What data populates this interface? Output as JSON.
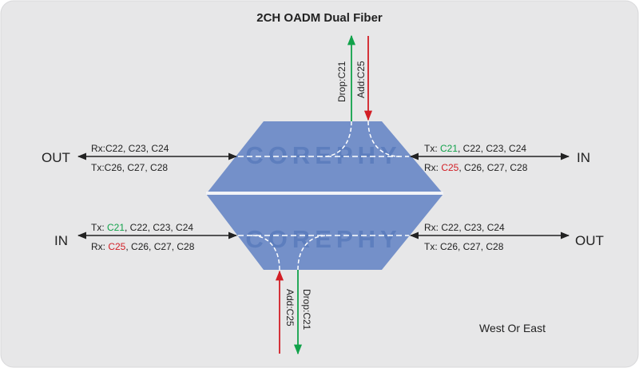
{
  "title": "2CH OADM Dual Fiber",
  "watermark": "COREPHY",
  "location_note": "West Or East",
  "colors": {
    "background": "#e7e7e8",
    "module": "#7490c9",
    "separator": "#f2f3f7",
    "watermark": "#4a6fb5",
    "watermark_accent": "#c4733b",
    "arrow": "#222222",
    "green": "#11a24a",
    "red": "#d21e25"
  },
  "top_module": {
    "left_port": "OUT",
    "right_port": "IN",
    "left_rx_text": "Rx:C22,  C23, C24",
    "left_tx_text": "Tx:C26, C27, C28",
    "right_tx": {
      "prefix": "Tx: ",
      "highlight": "C21",
      "rest": ", C22,  C23, C24"
    },
    "right_rx": {
      "prefix": "Rx: ",
      "highlight": "C25",
      "rest": ", C26, C27, C28"
    },
    "drop_label": "Drop:C21",
    "add_label": "Add:C25"
  },
  "bottom_module": {
    "left_port": "IN",
    "right_port": "OUT",
    "left_tx": {
      "prefix": "Tx: ",
      "highlight": "C21",
      "rest": ", C22,  C23, C24"
    },
    "left_rx": {
      "prefix": "Rx: ",
      "highlight": "C25",
      "rest": ", C26, C27, C28"
    },
    "right_rx_text": "Rx: C22,  C23, C24",
    "right_tx_text": "Tx: C26, C27, C28",
    "add_label": "Add:C25",
    "drop_label": "Drop:C21"
  }
}
